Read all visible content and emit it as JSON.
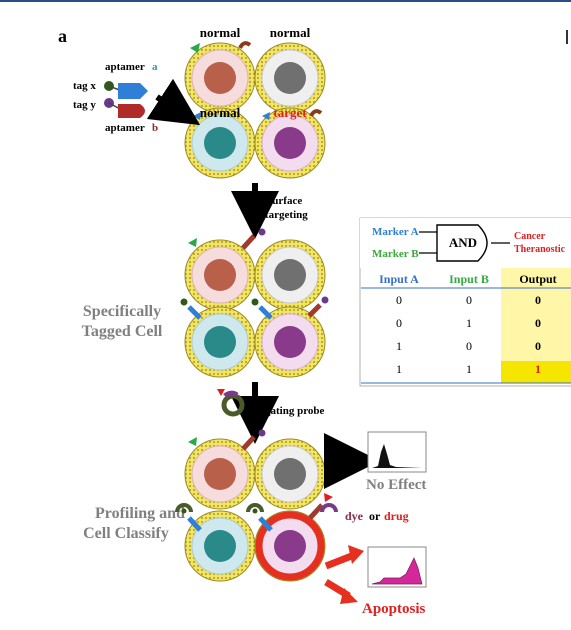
{
  "panel_label": "a",
  "cell_labels": {
    "normal_1": "normal",
    "normal_2": "normal",
    "normal_3": "normal",
    "target": "target"
  },
  "reagents": {
    "aptamer_a_word": "aptamer",
    "aptamer_a_letter": "a",
    "aptamer_b_word": "aptamer",
    "aptamer_b_letter": "b",
    "tag_x": "tag x",
    "tag_y": "tag y"
  },
  "steps": {
    "surface_line1": "surface",
    "surface_line2": "targeting",
    "gating_probe": "gating probe",
    "specifically_line1": "Specifically",
    "specifically_line2": "Tagged Cell",
    "profiling_line1": "Profiling and",
    "profiling_line2": "Cell Classify"
  },
  "outcomes": {
    "no_effect": "No Effect",
    "dye": "dye",
    "or": "or",
    "drug": "drug",
    "apoptosis": "Apoptosis"
  },
  "logic_gate": {
    "marker_a": "Marker A",
    "marker_b": "Marker B",
    "gate": "AND",
    "output_line1": "Cancer",
    "output_line2": "Theranostic"
  },
  "truth_table": {
    "headers": [
      "Input A",
      "Input B",
      "Output"
    ],
    "rows": [
      [
        "0",
        "0",
        "0"
      ],
      [
        "0",
        "1",
        "0"
      ],
      [
        "1",
        "0",
        "0"
      ],
      [
        "1",
        "1",
        "1"
      ]
    ]
  },
  "colors": {
    "aptamer_a": "#2e9aa0",
    "aptamer_b": "#8b2a2a",
    "target": "#e02020",
    "marker_a": "#2f7fd6",
    "marker_b": "#3aa83a",
    "header_a": "#3470c8",
    "header_b": "#33aa44",
    "output_fill": "#fff6a8",
    "output_highlight": "#f5e600",
    "gray_label": "#808080"
  }
}
